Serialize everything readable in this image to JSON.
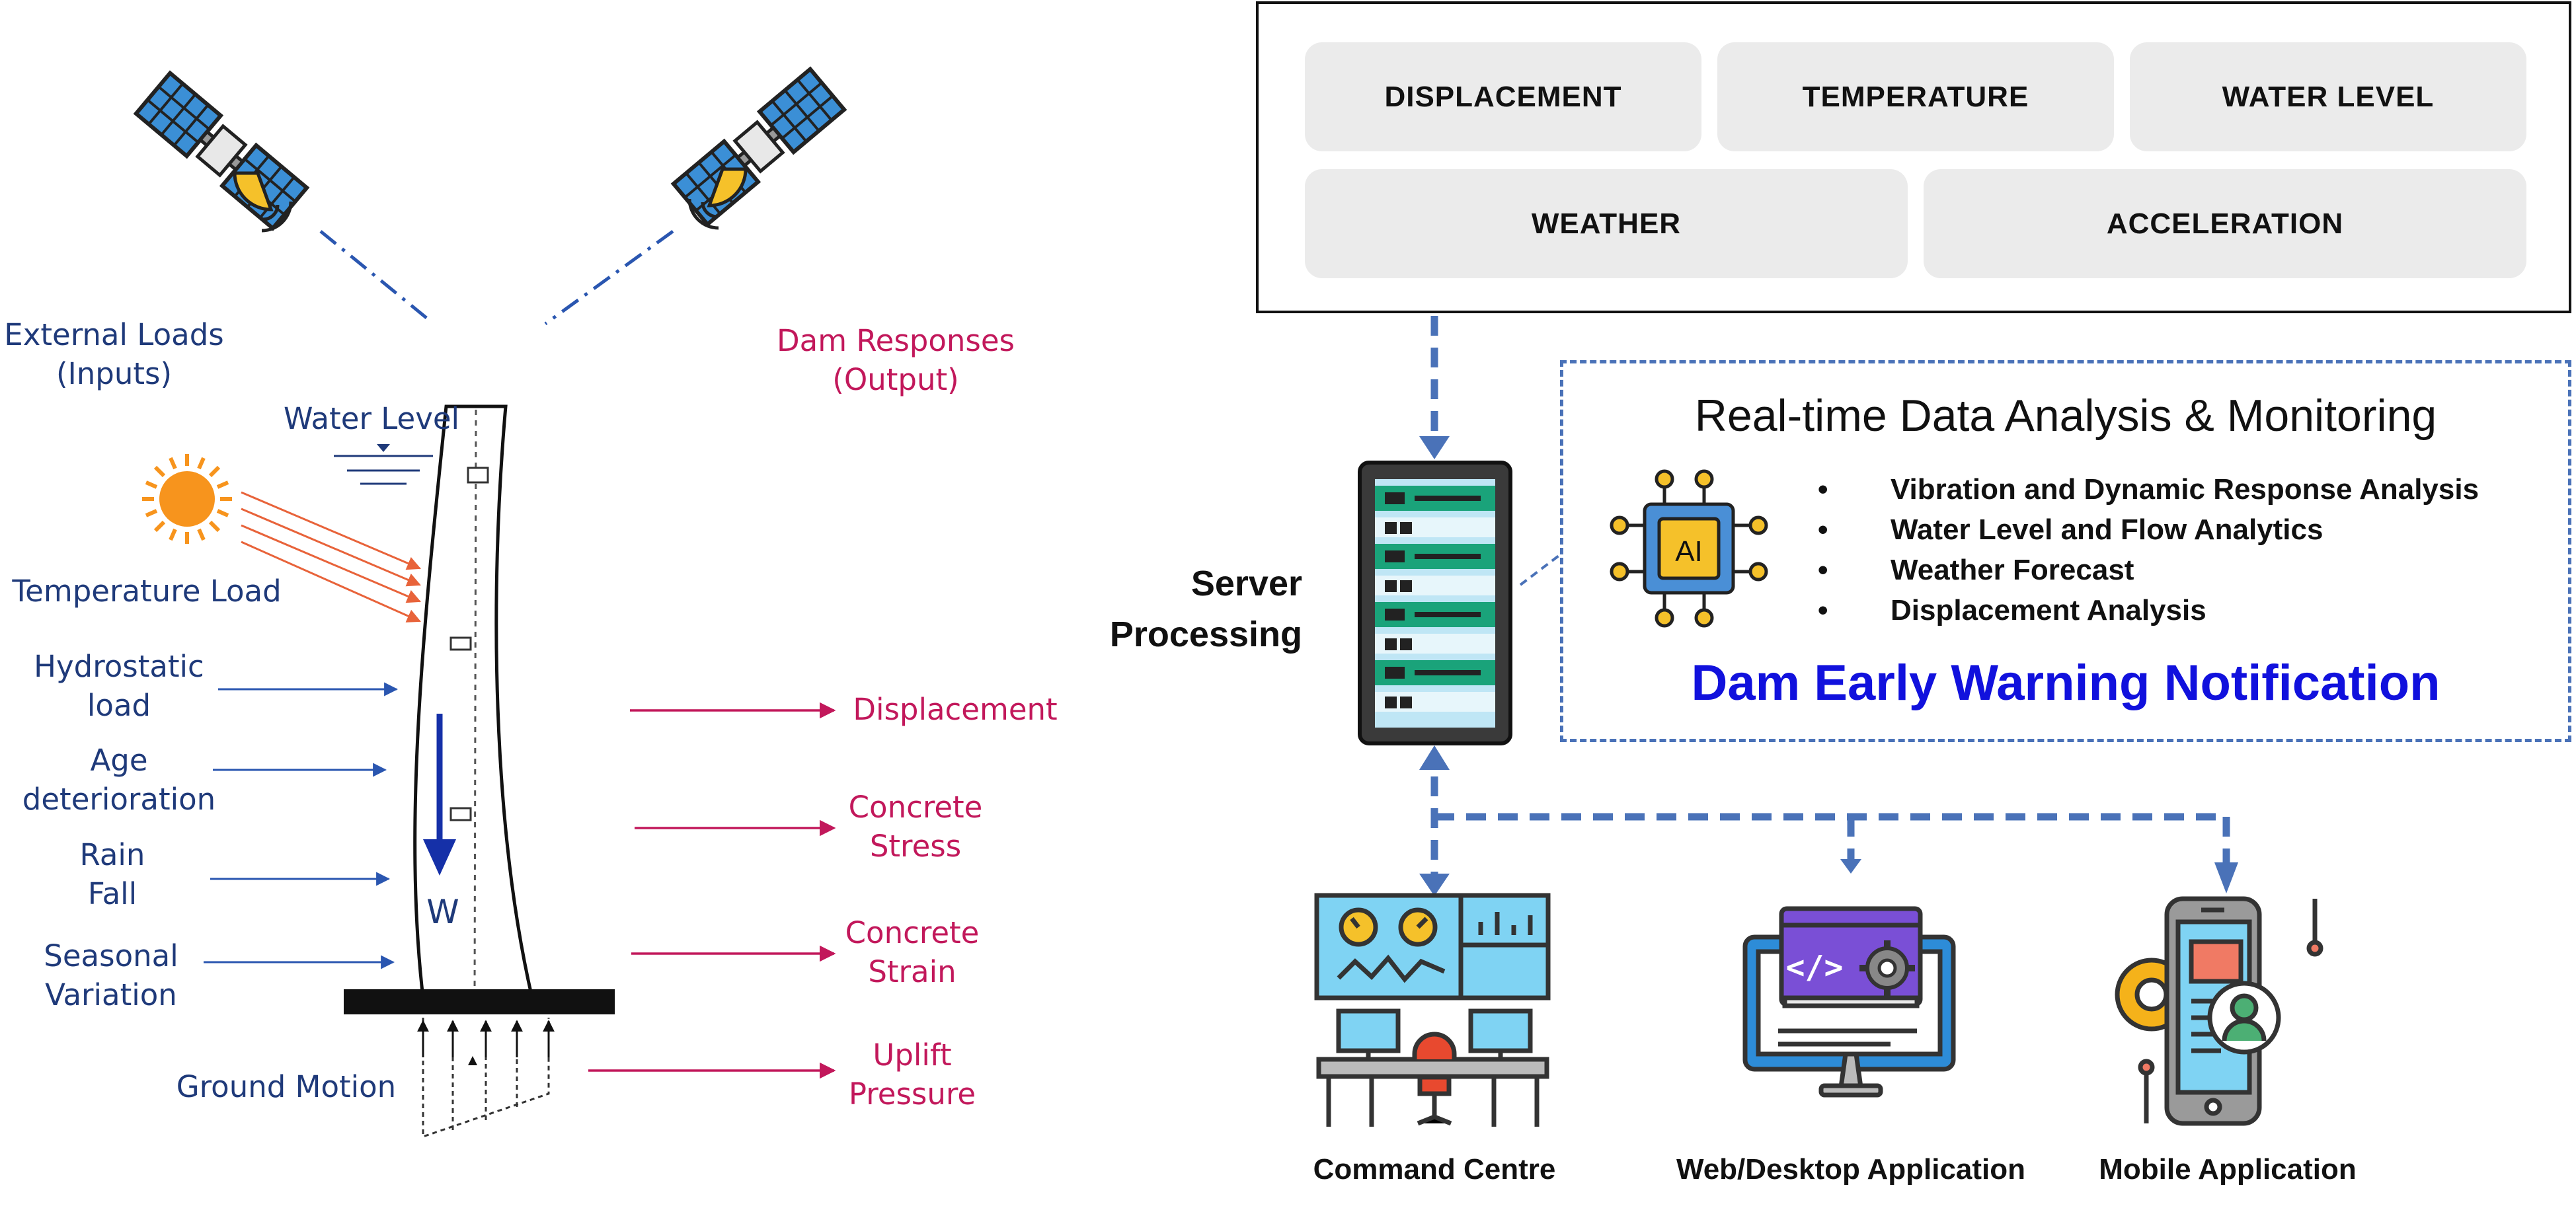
{
  "left_panel": {
    "inputs_heading": [
      "External Loads",
      "(Inputs)"
    ],
    "outputs_heading": [
      "Dam Responses",
      "(Output)"
    ],
    "water_level": "Water Level",
    "temperature_load": "Temperature Load",
    "loads": [
      [
        "Hydrostatic",
        "load"
      ],
      [
        "Age",
        "deterioration"
      ],
      [
        "Rain",
        "Fall"
      ],
      [
        "Seasonal",
        "Variation"
      ]
    ],
    "ground_motion": "Ground Motion",
    "weight_symbol": "W",
    "responses": [
      [
        "Displacement"
      ],
      [
        "Concrete",
        "Stress"
      ],
      [
        "Concrete",
        "Strain"
      ],
      [
        "Uplift",
        "Pressure"
      ]
    ]
  },
  "sensors": {
    "row1": [
      "DISPLACEMENT",
      "TEMPERATURE",
      "WATER LEVEL"
    ],
    "row2": [
      "WEATHER",
      "ACCELERATION"
    ]
  },
  "server": {
    "label_line1": "Server",
    "label_line2": "Processing"
  },
  "analysis": {
    "title": "Real-time Data Analysis & Monitoring",
    "chip_label": "AI",
    "bullet_char": "•",
    "bullets": [
      "Vibration and Dynamic Response Analysis",
      "Water Level and Flow Analytics",
      "Weather Forecast",
      "Displacement Analysis"
    ],
    "warning": "Dam Early Warning Notification"
  },
  "apps": {
    "command": "Command Centre",
    "web": "Web/Desktop Application",
    "mobile": "Mobile Application"
  },
  "colors": {
    "connector_blue": "#4a72b8",
    "input_navy": "#1f3a7a",
    "output_pink": "#c2185b",
    "warning_blue": "#1111dd"
  }
}
